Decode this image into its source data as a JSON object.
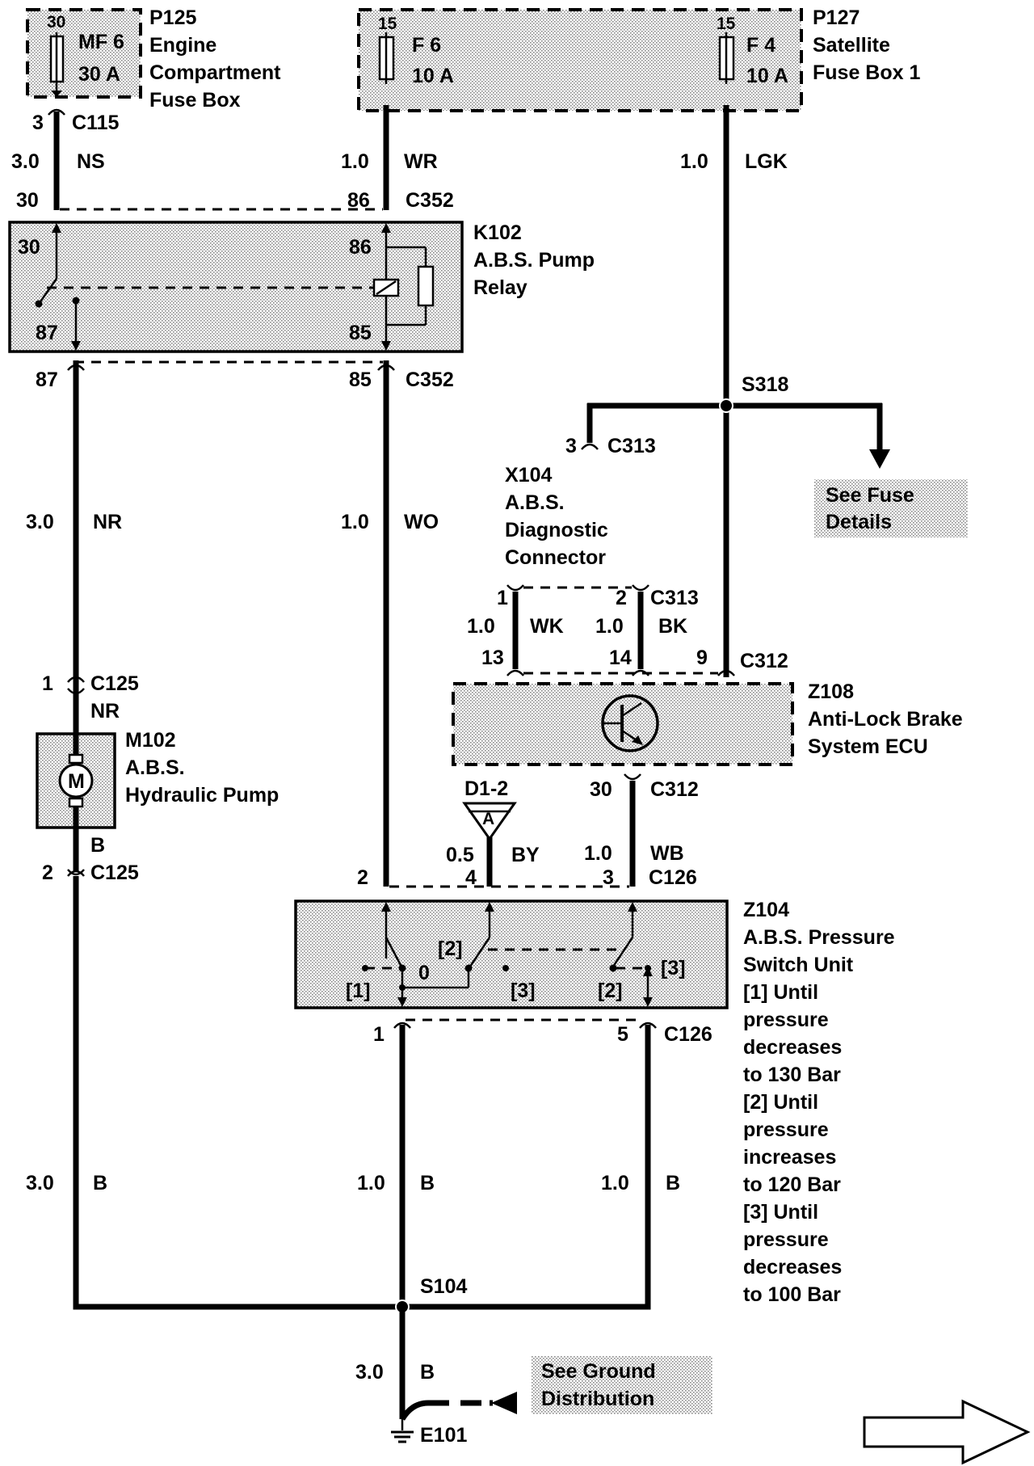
{
  "fuse_boxes": {
    "p125": {
      "id": "P125",
      "name_lines": [
        "Engine",
        "Compartment",
        "Fuse Box"
      ],
      "pin": "30",
      "fuse": "MF 6",
      "rating": "30 A"
    },
    "p127": {
      "id": "P127",
      "name_lines": [
        "Satellite",
        "Fuse Box 1"
      ],
      "fuse_a": {
        "pin": "15",
        "fuse": "F 6",
        "rating": "10 A"
      },
      "fuse_b": {
        "pin": "15",
        "fuse": "F 4",
        "rating": "10 A"
      }
    }
  },
  "connectors": {
    "c115": {
      "id": "C115",
      "pin": "3"
    },
    "c352_top": {
      "id": "C352",
      "pin_left": "30",
      "pin_right": "86"
    },
    "c352_bottom": {
      "id": "C352",
      "pin_left": "87",
      "pin_right": "85"
    },
    "c313_top": {
      "id": "C313",
      "pin": "3"
    },
    "c313_diag": {
      "id": "C313",
      "pin_left": "1",
      "pin_right": "2"
    },
    "c312_top": {
      "id": "C312",
      "pins": [
        "13",
        "14",
        "9"
      ]
    },
    "c312_bottom": {
      "id": "C312",
      "pin": "30"
    },
    "c125_top": {
      "id": "C125",
      "pin": "1"
    },
    "c125_bottom": {
      "id": "C125",
      "pin": "2"
    },
    "c126_top": {
      "id": "C126",
      "pins": [
        "2",
        "4",
        "3"
      ]
    },
    "c126_bottom": {
      "id": "C126",
      "pin_left": "1",
      "pin_right": "5"
    }
  },
  "wires": {
    "ns": {
      "size": "3.0",
      "color": "NS"
    },
    "wr": {
      "size": "1.0",
      "color": "WR"
    },
    "lgk": {
      "size": "1.0",
      "color": "LGK"
    },
    "nr": {
      "size": "3.0",
      "color": "NR"
    },
    "wo": {
      "size": "1.0",
      "color": "WO"
    },
    "nr_pump": {
      "color": "NR"
    },
    "b_pump": {
      "color": "B"
    },
    "wk": {
      "size": "1.0",
      "color": "WK"
    },
    "bk": {
      "size": "1.0",
      "color": "BK"
    },
    "by": {
      "size": "0.5",
      "color": "BY"
    },
    "wb": {
      "size": "1.0",
      "color": "WB"
    },
    "b_left": {
      "size": "3.0",
      "color": "B"
    },
    "b_mid": {
      "size": "1.0",
      "color": "B"
    },
    "b_right": {
      "size": "1.0",
      "color": "B"
    },
    "b_ground": {
      "size": "3.0",
      "color": "B"
    }
  },
  "relay": {
    "id": "K102",
    "name_lines": [
      "A.B.S. Pump",
      "Relay"
    ],
    "pins": {
      "p30": "30",
      "p86": "86",
      "p87": "87",
      "p85": "85"
    }
  },
  "splices": {
    "s318": "S318",
    "s104": "S104"
  },
  "notes": {
    "fuse_details": [
      "See Fuse",
      "Details"
    ],
    "ground_distribution": [
      "See Ground",
      "Distribution"
    ]
  },
  "diag_connector": {
    "id": "X104",
    "name_lines": [
      "A.B.S.",
      "Diagnostic",
      "Connector"
    ]
  },
  "ecu": {
    "id": "Z108",
    "name_lines": [
      "Anti-Lock Brake",
      "System ECU"
    ]
  },
  "pump": {
    "id": "M102",
    "name_lines": [
      "A.B.S.",
      "Hydraulic Pump"
    ],
    "symbol": "M"
  },
  "data_link": {
    "id": "D1-2",
    "symbol": "A"
  },
  "pressure_switch": {
    "id": "Z104",
    "name_lines": [
      "A.B.S. Pressure",
      "Switch Unit"
    ],
    "contact_labels": [
      "[1]",
      "0",
      "[2]",
      "[3]",
      "[2]",
      "[3]"
    ],
    "notes": [
      [
        "[1]  Until",
        "pressure",
        "decreases",
        "to 130 Bar"
      ],
      [
        "[2]  Until",
        "pressure",
        "increases",
        "to 120 Bar"
      ],
      [
        "[3]  Until",
        "pressure",
        "decreases",
        "to 100 Bar"
      ]
    ]
  },
  "ground": {
    "id": "E101"
  }
}
